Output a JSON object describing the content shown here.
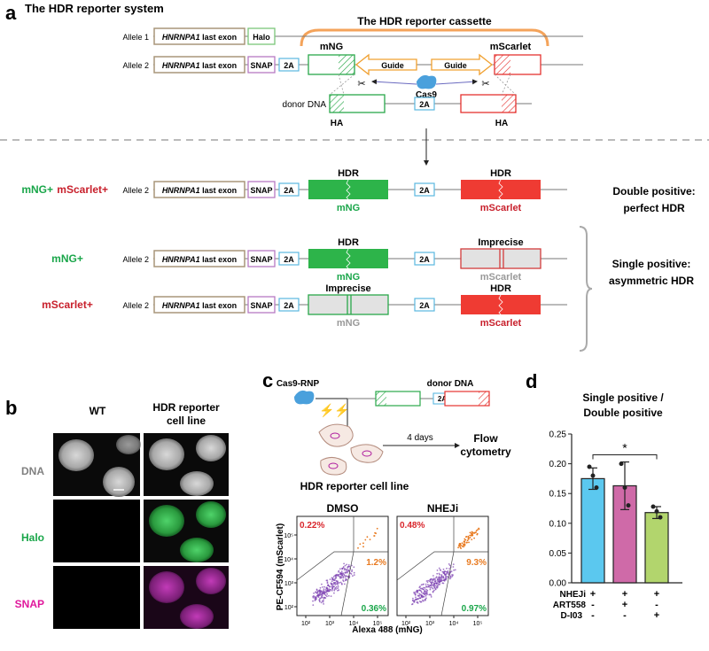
{
  "panel_a": {
    "letter": "a",
    "title": "The HDR reporter system",
    "cassette_label": "The HDR reporter cassette",
    "allele1": "Allele 1",
    "allele2": "Allele 2",
    "exon": "HNRNPA1 last exon",
    "exon_gene": "HNRNPA1",
    "exon_suffix": " last exon",
    "halo": "Halo",
    "snap": "SNAP",
    "t2a": "2A",
    "mng": "mNG",
    "mscarlet": "mScarlet",
    "guide": "Guide",
    "cas9": "Cas9",
    "donor": "donor DNA",
    "ha": "HA",
    "hdr": "HDR",
    "imprecise": "Imprecise",
    "row_dp_mng": "mNG+",
    "row_dp_msc": "mScarlet+",
    "row_sp1": "mNG+",
    "row_sp2": "mScarlet+",
    "dp_line1": "Double positive:",
    "dp_line2": "perfect HDR",
    "sp_line1": "Single positive:",
    "sp_line2": "asymmetric HDR"
  },
  "panel_b": {
    "letter": "b",
    "col_wt": "WT",
    "col_hdr_1": "HDR reporter",
    "col_hdr_2": "cell line",
    "row_dna": "DNA",
    "row_halo": "Halo",
    "row_snap": "SNAP",
    "colors": {
      "dna": "#808080",
      "halo": "#1aa64a",
      "snap": "#e0189c"
    }
  },
  "panel_c": {
    "letter": "c",
    "cas9_rnp": "Cas9-RNP",
    "donor": "donor DNA",
    "t2a": "2A",
    "days": "4 days",
    "flow_1": "Flow",
    "flow_2": "cytometry",
    "cell_line": "HDR reporter cell line",
    "plots": [
      {
        "title": "DMSO",
        "top_left": "0.22%",
        "top_right": "1.2%",
        "bottom_right": "0.36%"
      },
      {
        "title": "NHEJi",
        "top_left": "0.48%",
        "top_right": "9.3%",
        "bottom_right": "0.97%"
      }
    ],
    "ylabel": "PE-CF594 (mScarlet)",
    "xlabel": "Alexa  488 (mNG)",
    "ticks": [
      "10²",
      "10³",
      "10⁴",
      "10⁵"
    ]
  },
  "chart_data": {
    "type": "bar",
    "title": "Single positive / Double positive",
    "categories": [
      "NHEJi",
      "NHEJi + ART558",
      "NHEJi + D-I03"
    ],
    "values": [
      0.175,
      0.163,
      0.118
    ],
    "errors": [
      0.018,
      0.04,
      0.01
    ],
    "points": [
      [
        0.195,
        0.18,
        0.16
      ],
      [
        0.2,
        0.16,
        0.13
      ],
      [
        0.128,
        0.12,
        0.11
      ]
    ],
    "colors": [
      "#5bc8ef",
      "#cf6aa8",
      "#b2d56d"
    ],
    "ylim": [
      0,
      0.25
    ],
    "yticks": [
      0.0,
      0.05,
      0.1,
      0.15,
      0.2,
      0.25
    ],
    "grid": false,
    "significance": "*",
    "condition_labels": [
      "NHEJi",
      "ART558",
      "D-I03"
    ],
    "condition_matrix": [
      [
        "+",
        "+",
        "+"
      ],
      [
        "-",
        "+",
        "-"
      ],
      [
        "-",
        "-",
        "+"
      ]
    ]
  }
}
